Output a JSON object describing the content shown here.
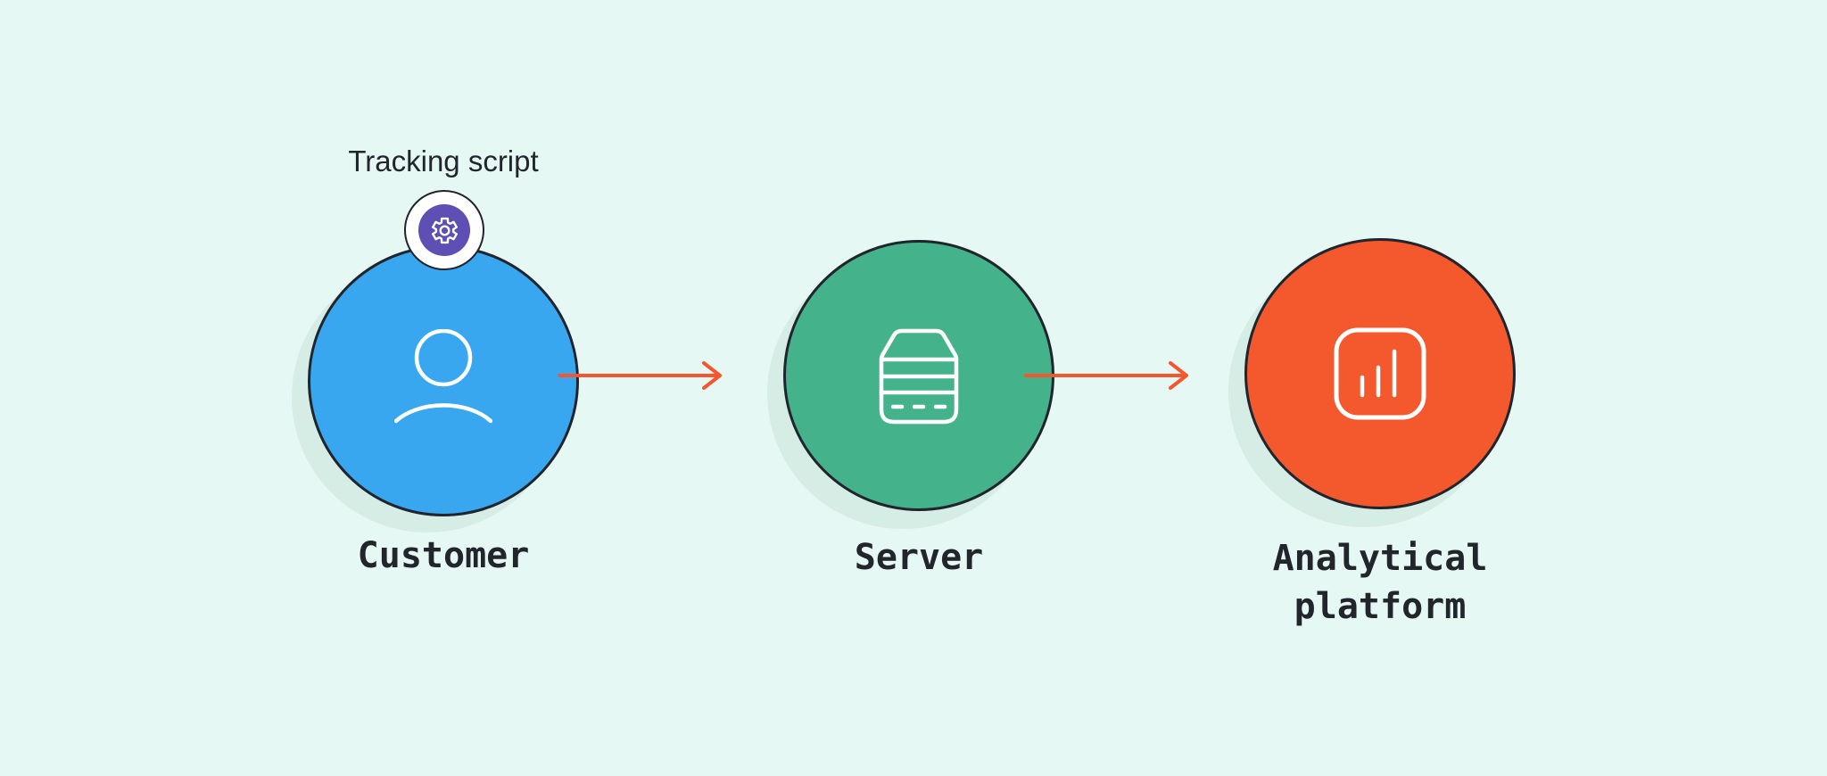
{
  "diagram": {
    "background_color": "#E6F8F4",
    "outline_color": "#20242C",
    "label_color": "#22262C",
    "arrow_color": "#F4572E",
    "shadow_color": "#D5EDE5",
    "nodes": [
      {
        "id": "customer",
        "label": "Customer",
        "fill": "#38A7F0",
        "icon": "user-icon",
        "badge": {
          "label": "Tracking script",
          "fill": "#5E4FB5",
          "icon": "gear-icon"
        }
      },
      {
        "id": "server",
        "label": "Server",
        "fill": "#44B28A",
        "icon": "server-icon"
      },
      {
        "id": "analytical-platform",
        "label": "Analytical platform",
        "label_lines": [
          "Analytical",
          "platform"
        ],
        "fill": "#F4582D",
        "icon": "bar-chart-icon"
      }
    ],
    "arrows": [
      {
        "from": "customer",
        "to": "server"
      },
      {
        "from": "server",
        "to": "analytical-platform"
      }
    ]
  }
}
